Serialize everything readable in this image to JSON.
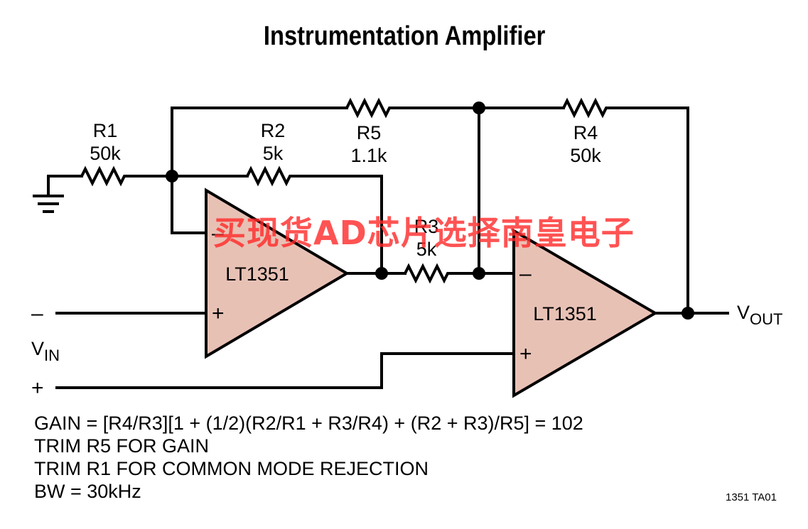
{
  "title": "Instrumentation Amplifier",
  "components": {
    "R1": {
      "name": "R1",
      "value": "50k"
    },
    "R2": {
      "name": "R2",
      "value": "5k"
    },
    "R3": {
      "name": "R3",
      "value": "5k"
    },
    "R4": {
      "name": "R4",
      "value": "50k"
    },
    "R5": {
      "name": "R5",
      "value": "1.1k"
    },
    "U1": {
      "name": "LT1351"
    },
    "U2": {
      "name": "LT1351"
    }
  },
  "signals": {
    "vin_main": "V",
    "vin_sub": "IN",
    "vout_main": "V",
    "vout_sub": "OUT",
    "vin_minus": "–",
    "vin_plus": "+"
  },
  "opamp_pins": {
    "inverting": "–",
    "noninverting": "+"
  },
  "notes": [
    "GAIN = [R4/R3][1 + (1/2)(R2/R1 + R3/R4) + (R2 + R3)/R5] = 102",
    "TRIM R5 FOR GAIN",
    "TRIM R1 FOR COMMON MODE REJECTION",
    "BW = 30kHz"
  ],
  "figure_id": "1351 TA01",
  "watermark": "买现货AD芯片选择南皇电子",
  "colors": {
    "opamp_fill": "#e8c1b5",
    "wire": "#000000",
    "watermark": "#ff2828"
  }
}
